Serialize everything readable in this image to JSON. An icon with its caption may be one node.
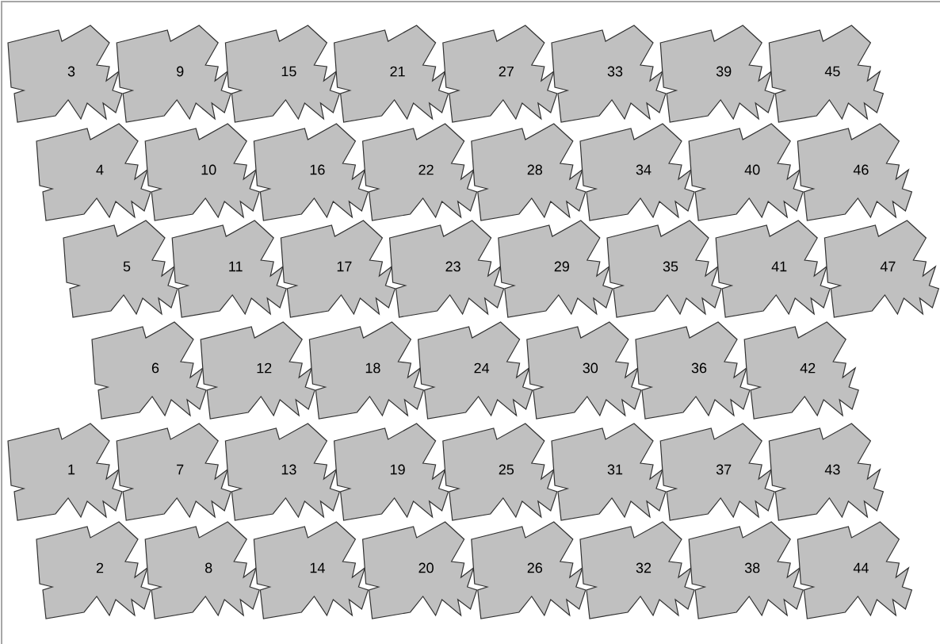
{
  "diagram": {
    "nodes": [
      {
        "text": [
          "3"
        ]
      },
      {
        "text": [
          "9"
        ]
      },
      {
        "text": [
          "15"
        ]
      },
      {
        "text": [
          "21"
        ]
      },
      {
        "text": [
          "27"
        ]
      },
      {
        "text": [
          "33"
        ]
      },
      {
        "text": [
          "39"
        ]
      },
      {
        "text": [
          "45"
        ]
      },
      {
        "text": [
          "4"
        ]
      },
      {
        "text": [
          "10"
        ]
      },
      {
        "text": [
          "16"
        ]
      },
      {
        "text": [
          "22"
        ]
      },
      {
        "text": [
          "28"
        ]
      },
      {
        "text": [
          "34"
        ]
      },
      {
        "text": [
          "40"
        ]
      },
      {
        "text": [
          "46"
        ]
      },
      {
        "text": [
          "5"
        ]
      },
      {
        "text": [
          "11"
        ]
      },
      {
        "text": [
          "17"
        ]
      },
      {
        "text": [
          "23"
        ]
      },
      {
        "text": [
          "29"
        ]
      },
      {
        "text": [
          "35"
        ]
      },
      {
        "text": [
          "41"
        ]
      },
      {
        "text": [
          "47"
        ]
      },
      {
        "text": [
          "6"
        ]
      },
      {
        "text": [
          "12"
        ]
      },
      {
        "text": [
          "18"
        ]
      },
      {
        "text": [
          "24"
        ]
      },
      {
        "text": [
          "30"
        ]
      },
      {
        "text": [
          "36"
        ]
      },
      {
        "text": [
          "42"
        ]
      },
      {
        "text": [
          "1"
        ]
      },
      {
        "text": [
          "7"
        ]
      },
      {
        "text": [
          "13"
        ]
      },
      {
        "text": [
          "19"
        ]
      },
      {
        "text": [
          "25"
        ]
      },
      {
        "text": [
          "31"
        ]
      },
      {
        "text": [
          "37"
        ]
      },
      {
        "text": [
          "43"
        ]
      },
      {
        "text": [
          "2"
        ]
      },
      {
        "text": [
          "8"
        ]
      },
      {
        "text": [
          "14"
        ]
      },
      {
        "text": [
          "20"
        ]
      },
      {
        "text": [
          "26"
        ]
      },
      {
        "text": [
          "32"
        ]
      },
      {
        "text": [
          "38"
        ]
      },
      {
        "text": [
          "44"
        ]
      }
    ]
  }
}
